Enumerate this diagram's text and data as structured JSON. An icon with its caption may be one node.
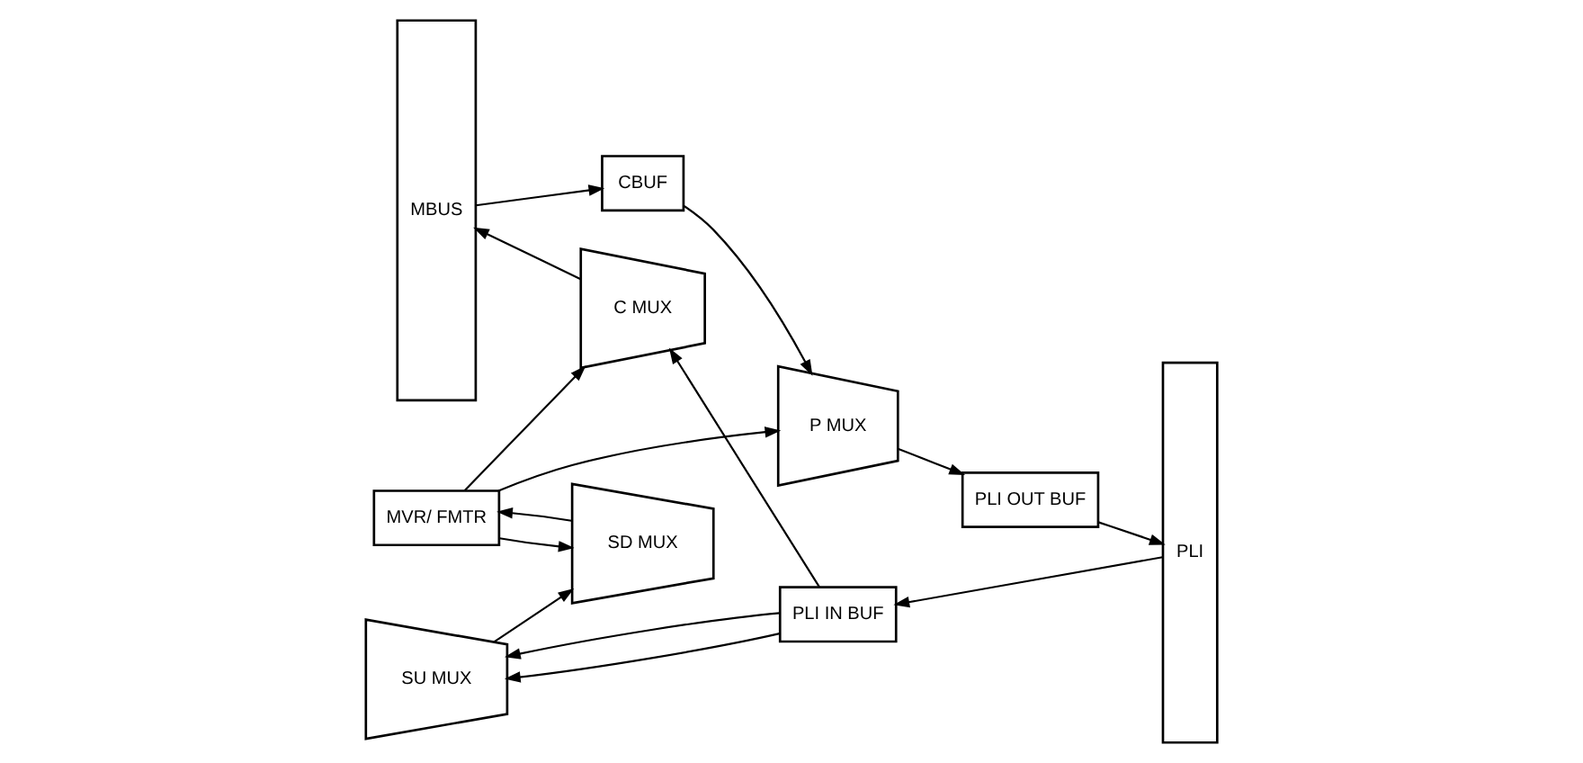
{
  "diagram": {
    "nodes": [
      {
        "text": [
          "MBUS"
        ]
      },
      {
        "text": [
          "CBUF"
        ]
      },
      {
        "text": [
          "MVR/ FMTR"
        ]
      },
      {
        "text": [
          "SD MUX"
        ]
      },
      {
        "text": [
          "SU MUX"
        ]
      },
      {
        "text": [
          "P MUX"
        ]
      },
      {
        "text": [
          "PLI OUT BUF"
        ]
      },
      {
        "text": [
          "C MUX"
        ]
      },
      {
        "text": [
          "PLI IN BUF"
        ]
      },
      {
        "text": [
          "PLI"
        ]
      }
    ],
    "edges": [
      {
        "from": 0,
        "to": 1,
        "arrow": "to"
      },
      {
        "from": 1,
        "to": 5,
        "arrow": "to"
      },
      {
        "from": 3,
        "to": 2,
        "arrow": "to"
      },
      {
        "from": 2,
        "to": 5,
        "arrow": "to"
      },
      {
        "from": 2,
        "to": 3,
        "arrow": "to"
      },
      {
        "from": 2,
        "to": 7,
        "arrow": "to"
      },
      {
        "from": 4,
        "to": 3,
        "arrow": "to"
      },
      {
        "from": 5,
        "to": 6,
        "arrow": "to"
      },
      {
        "from": 6,
        "to": 9,
        "arrow": "to"
      },
      {
        "from": 9,
        "to": 8,
        "arrow": "to"
      },
      {
        "from": 8,
        "to": 7,
        "arrow": "to"
      },
      {
        "from": 8,
        "to": 4,
        "arrow": "to"
      },
      {
        "from": 8,
        "to": 4,
        "arrow": "to"
      },
      {
        "from": 7,
        "to": 0,
        "arrow": "to"
      }
    ]
  }
}
